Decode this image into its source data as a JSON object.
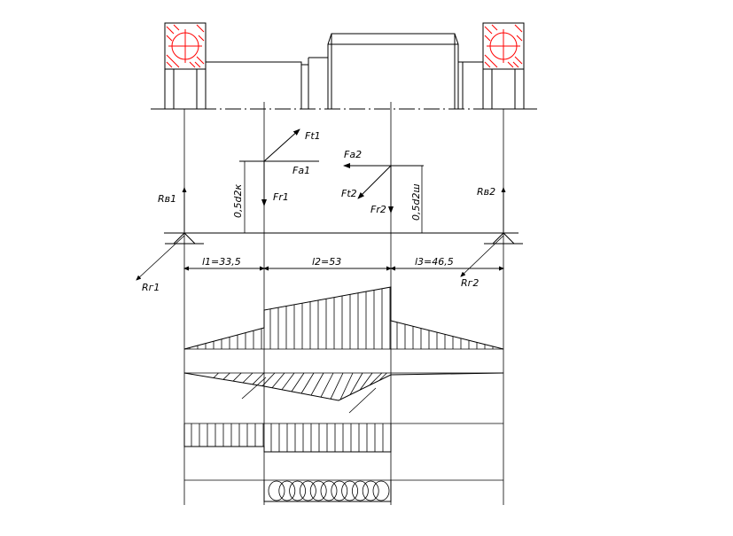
{
  "labels": {
    "ft1": "Ft1",
    "fa1": "Fa1",
    "fr1": "Fr1",
    "fa2": "Fa2",
    "ft2": "Ft2",
    "fr2": "Fr2",
    "rv1": "Rв1",
    "rv2": "Rв2",
    "rg1": "Rг1",
    "rg2": "Rг2",
    "d2k": "0,5d2к",
    "d2sh": "0,5d2ш",
    "l1": "l1=33,5",
    "l2": "l2=53",
    "l3": "l3=46,5"
  },
  "colors": {
    "line": "#000000",
    "bearing_section": "#ff0000"
  }
}
